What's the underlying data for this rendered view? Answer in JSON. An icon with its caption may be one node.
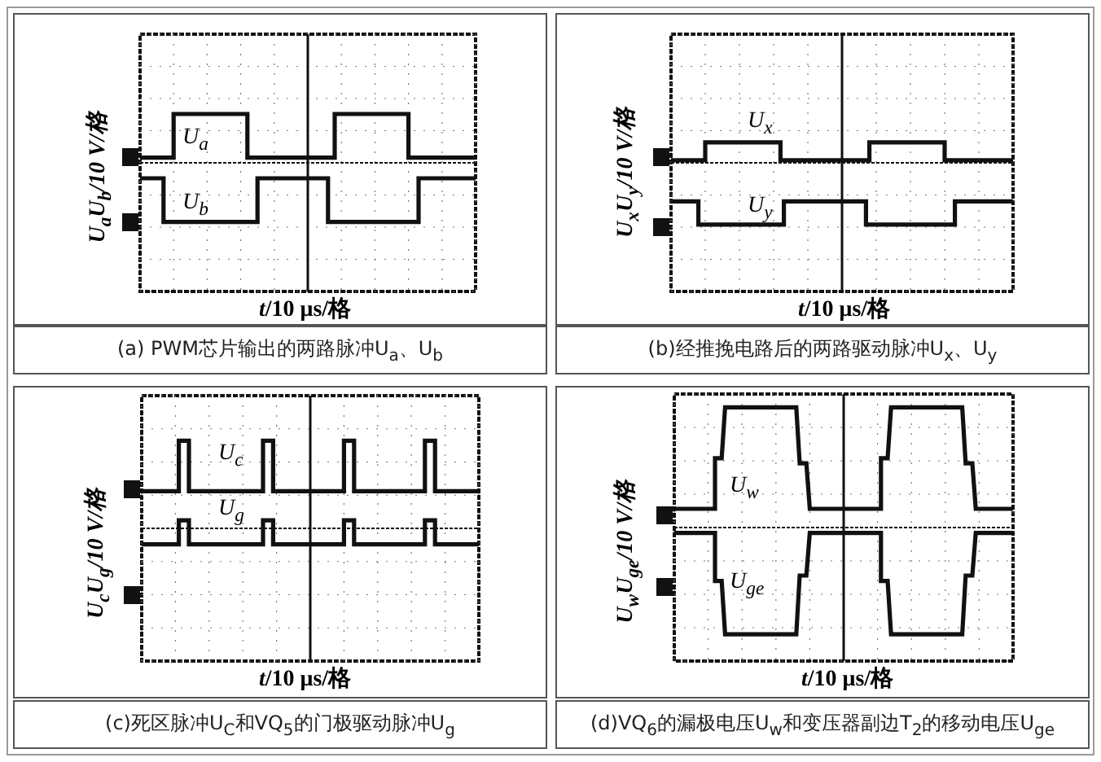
{
  "diagram": {
    "labels": [
      "U$_{a}$U$_{b}$/10 V/格",
      "U$_{a}$",
      "U$_{b}$",
      "*t*/10 μs/格",
      "(a) PWM芯片输出的两路脉冲U$_{a}$、U$_{b}$",
      "U$_{x}$U$_{y}$/10 V/格",
      "U$_{x}$",
      "U$_{y}$",
      "*t*/10 μs/格",
      "(b)经推挽电路后的两路驱动脉冲U$_{x}$、U$_{y}$",
      "U$_{c}$U$_{g}$/10 V/格",
      "U$_{c}$",
      "U$_{g}$",
      "*t*/10 μs/格",
      "(c)死区脉冲U$_{C}$和VQ$_{5}$的门极驱动脉冲U$_{g}$",
      "U$_{w}$U$_{ge}$/10 V/格",
      "U$_{w}$",
      "U$_{ge}$",
      "*t*/10 μs/格",
      "(d)VQ$_{6}$的漏极电压U$_{w}$和变压器副边T$_{2}$的移动电压U$_{ge}$"
    ]
  }
}
